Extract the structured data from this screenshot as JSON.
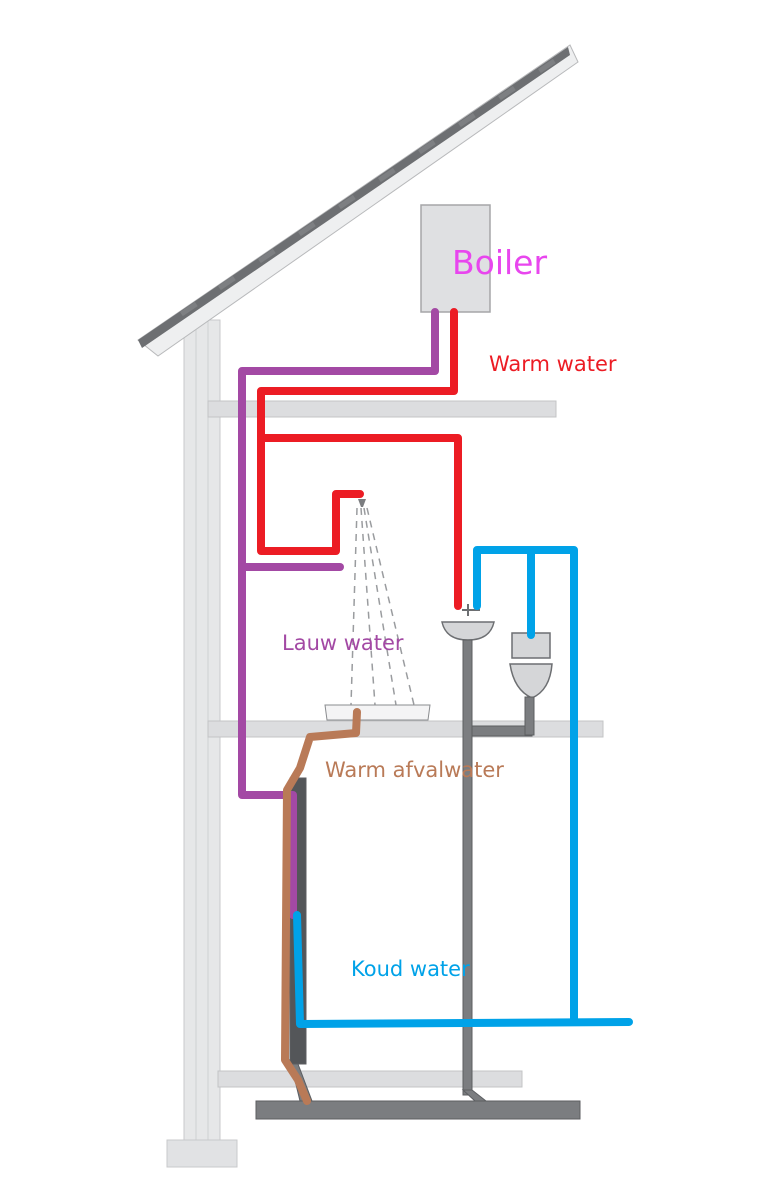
{
  "diagram": {
    "labels": {
      "boiler": "Boiler",
      "warm_water": "Warm water",
      "lukewarm_water": "Lauw water",
      "warm_waste_water": "Warm afvalwater",
      "cold_water": "Koud water"
    },
    "colors": {
      "warm_water": "#ec1c24",
      "lukewarm_water": "#a349a4",
      "warm_waste_water": "#b97a57",
      "cold_water": "#00a2e8",
      "boiler_label": "#e846ee",
      "structure": "#dcdddf",
      "drain": "#7b7d80"
    }
  }
}
